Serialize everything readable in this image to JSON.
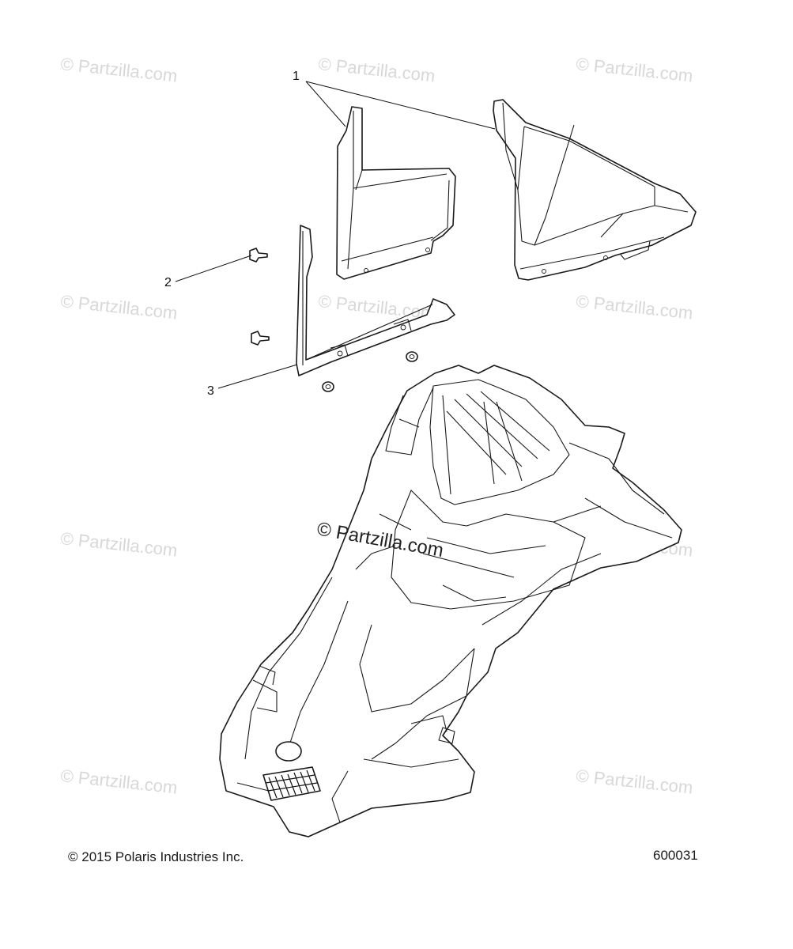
{
  "callouts": [
    "1",
    "2",
    "3"
  ],
  "watermark": "© Partzilla.com",
  "center_watermark": "© Partzilla.com",
  "copyright": "© 2015 Polaris Industries Inc.",
  "figure_id": "600031"
}
